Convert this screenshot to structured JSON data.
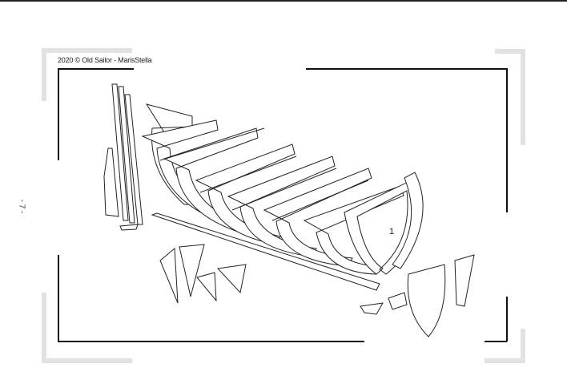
{
  "header": {
    "copyright": "2020 © Old Sailor - MarisStella"
  },
  "page_number": "- 7 -",
  "drawing": {
    "part_label": "1"
  }
}
